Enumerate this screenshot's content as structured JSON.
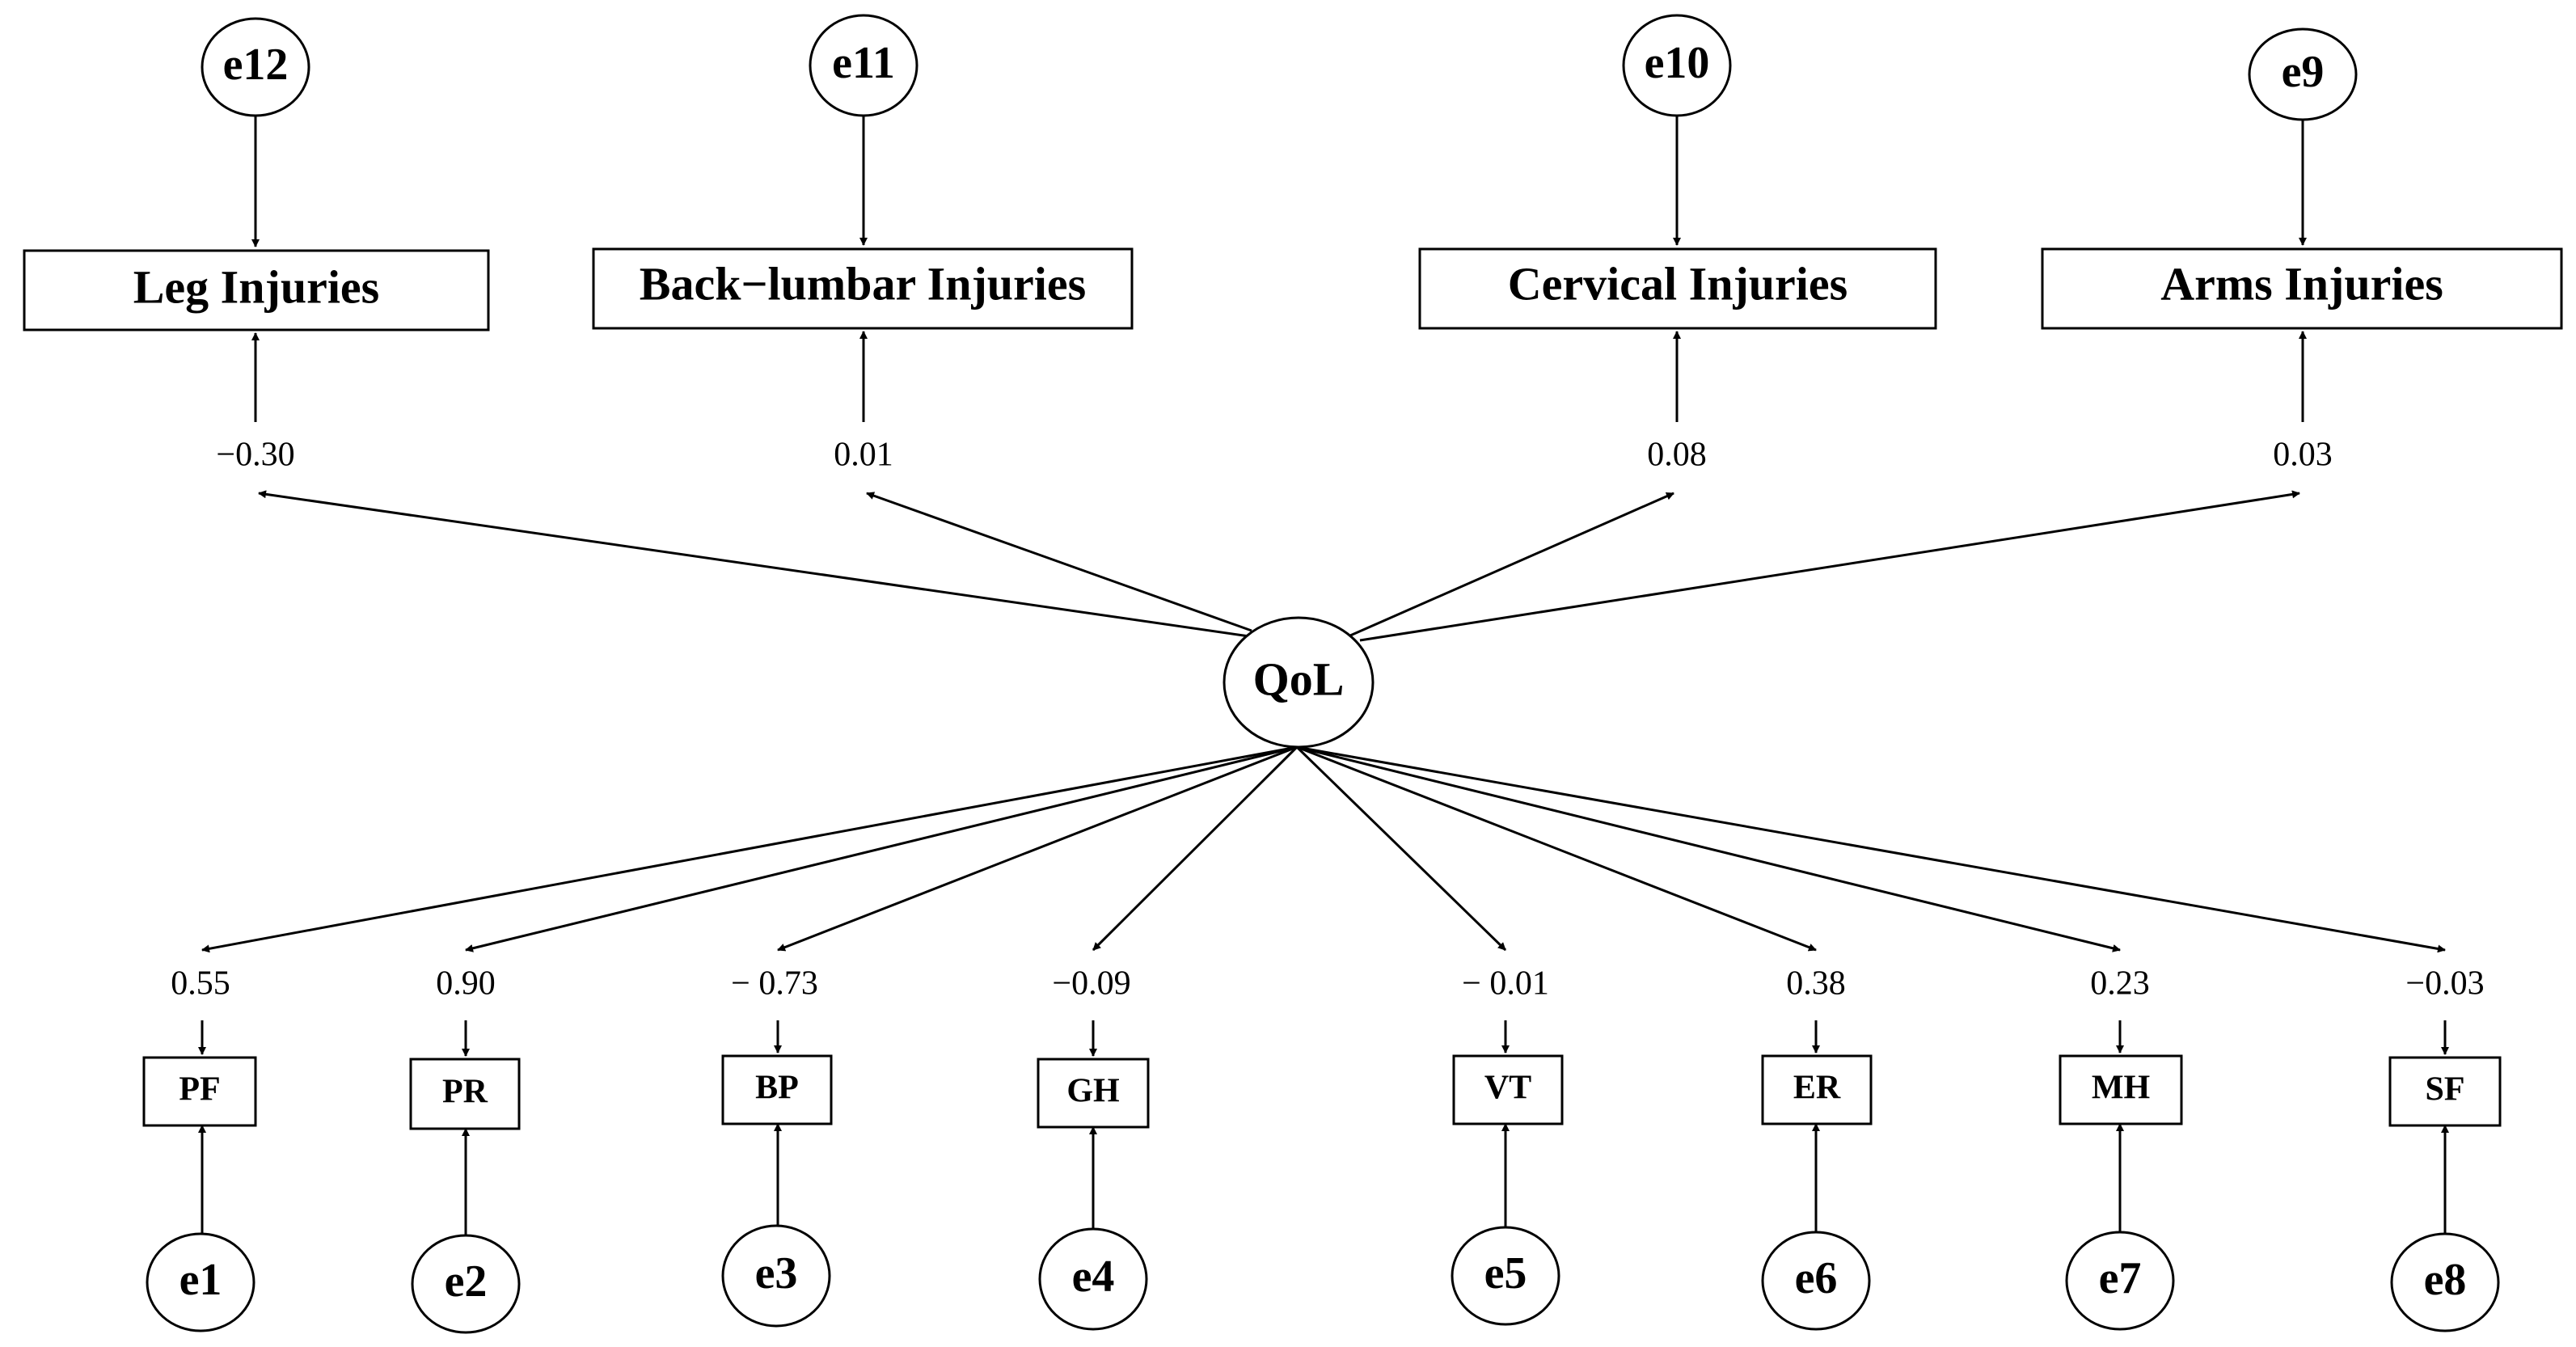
{
  "latent": {
    "label": "QoL"
  },
  "injuries": [
    {
      "label": "Leg Injuries",
      "error": "e12",
      "coef": "−0.30"
    },
    {
      "label": "Back−lumbar Injuries",
      "error": "e11",
      "coef": "0.01"
    },
    {
      "label": "Cervical Injuries",
      "error": "e10",
      "coef": "0.08"
    },
    {
      "label": "Arms Injuries",
      "error": "e9",
      "coef": "0.03"
    }
  ],
  "indicators": [
    {
      "label": "PF",
      "error": "e1",
      "coef": "0.55"
    },
    {
      "label": "PR",
      "error": "e2",
      "coef": "0.90"
    },
    {
      "label": "BP",
      "error": "e3",
      "coef": "− 0.73"
    },
    {
      "label": "GH",
      "error": "e4",
      "coef": "−0.09"
    },
    {
      "label": "VT",
      "error": "e5",
      "coef": "− 0.01"
    },
    {
      "label": "ER",
      "error": "e6",
      "coef": "0.38"
    },
    {
      "label": "MH",
      "error": "e7",
      "coef": "0.23"
    },
    {
      "label": "SF",
      "error": "e8",
      "coef": "−0.03"
    }
  ]
}
